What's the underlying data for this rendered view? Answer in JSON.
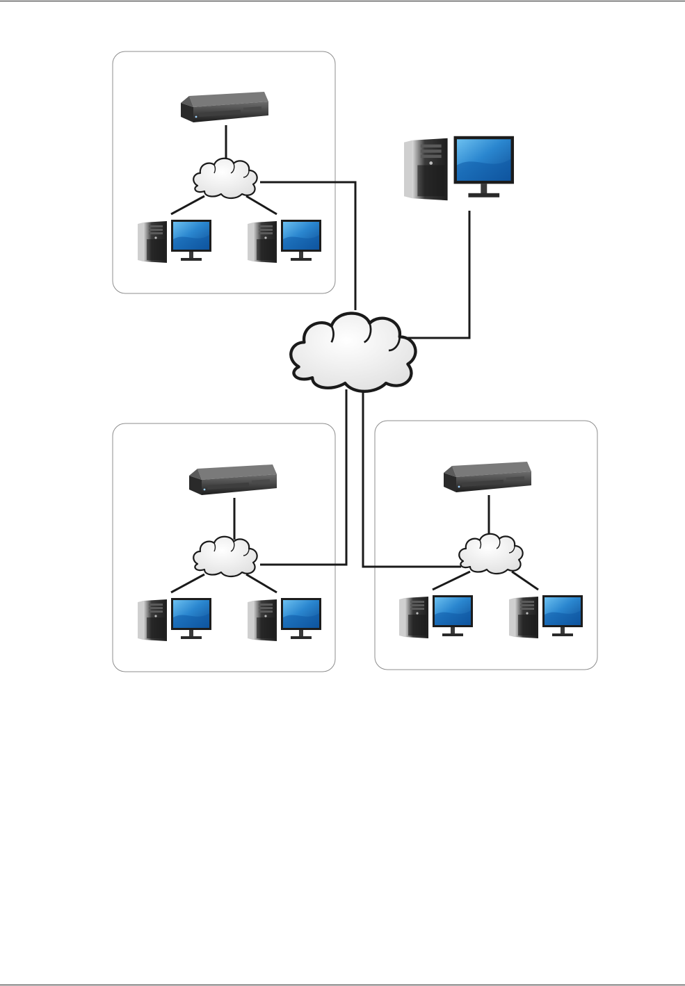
{
  "diagram": {
    "sites": [
      {
        "id": "site-top-left",
        "workstations": 2,
        "has_server": true,
        "has_lan_cloud": true
      },
      {
        "id": "site-bottom-left",
        "workstations": 2,
        "has_server": true,
        "has_lan_cloud": true
      },
      {
        "id": "site-bottom-right",
        "workstations": 2,
        "has_server": true,
        "has_lan_cloud": true
      }
    ],
    "standalone": {
      "id": "remote-workstation",
      "icon": "desktop-computer-icon"
    },
    "wan": {
      "icon": "cloud-icon"
    },
    "icons": {
      "server": "rack-server-icon",
      "workstation": "desktop-computer-icon",
      "network": "cloud-icon"
    },
    "colors": {
      "line": "#1a1a1a",
      "monitor_screen": "#1f6fb8",
      "monitor_screen_highlight": "#5fb3ec",
      "tower": "#2b2b2b",
      "panel_border": "#8c8c8c"
    }
  }
}
